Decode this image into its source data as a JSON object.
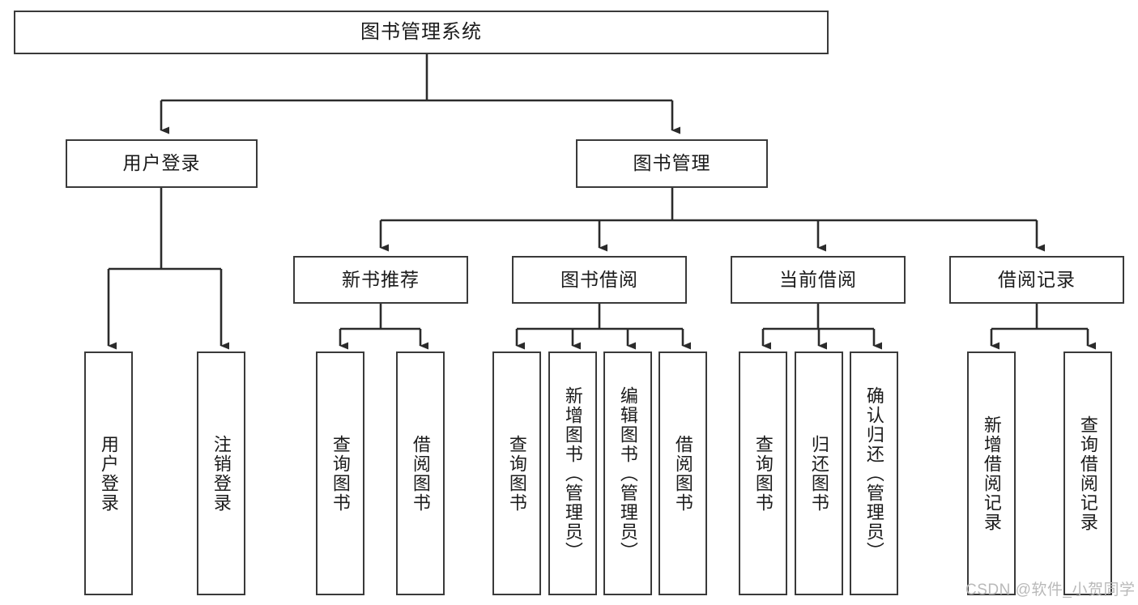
{
  "diagram": {
    "type": "tree",
    "title": "图书管理系统",
    "watermark": "CSDN @软件_小贺同学",
    "colors": {
      "stroke": "#3a3a3a",
      "text": "#1b1b1b",
      "background": "#ffffff",
      "watermark": "#b9b9b9"
    },
    "levels": {
      "root": {
        "label": "图书管理系统"
      },
      "level2": [
        {
          "label": "用户登录"
        },
        {
          "label": "图书管理"
        }
      ],
      "level3": [
        {
          "label": "新书推荐"
        },
        {
          "label": "图书借阅"
        },
        {
          "label": "当前借阅"
        },
        {
          "label": "借阅记录"
        }
      ],
      "leaves": {
        "user_login": [
          {
            "label": "用户登录"
          },
          {
            "label": "注销登录"
          }
        ],
        "new_book": [
          {
            "label": "查询图书"
          },
          {
            "label": "借阅图书"
          }
        ],
        "book_borrow": [
          {
            "label": "查询图书"
          },
          {
            "label": "新增图书（管理员）"
          },
          {
            "label": "编辑图书（管理员）"
          },
          {
            "label": "借阅图书"
          }
        ],
        "current_borrow": [
          {
            "label": "查询图书"
          },
          {
            "label": "归还图书"
          },
          {
            "label": "确认归还（管理员）"
          }
        ],
        "borrow_record": [
          {
            "label": "新增借阅记录"
          },
          {
            "label": "查询借阅记录"
          }
        ]
      }
    }
  }
}
